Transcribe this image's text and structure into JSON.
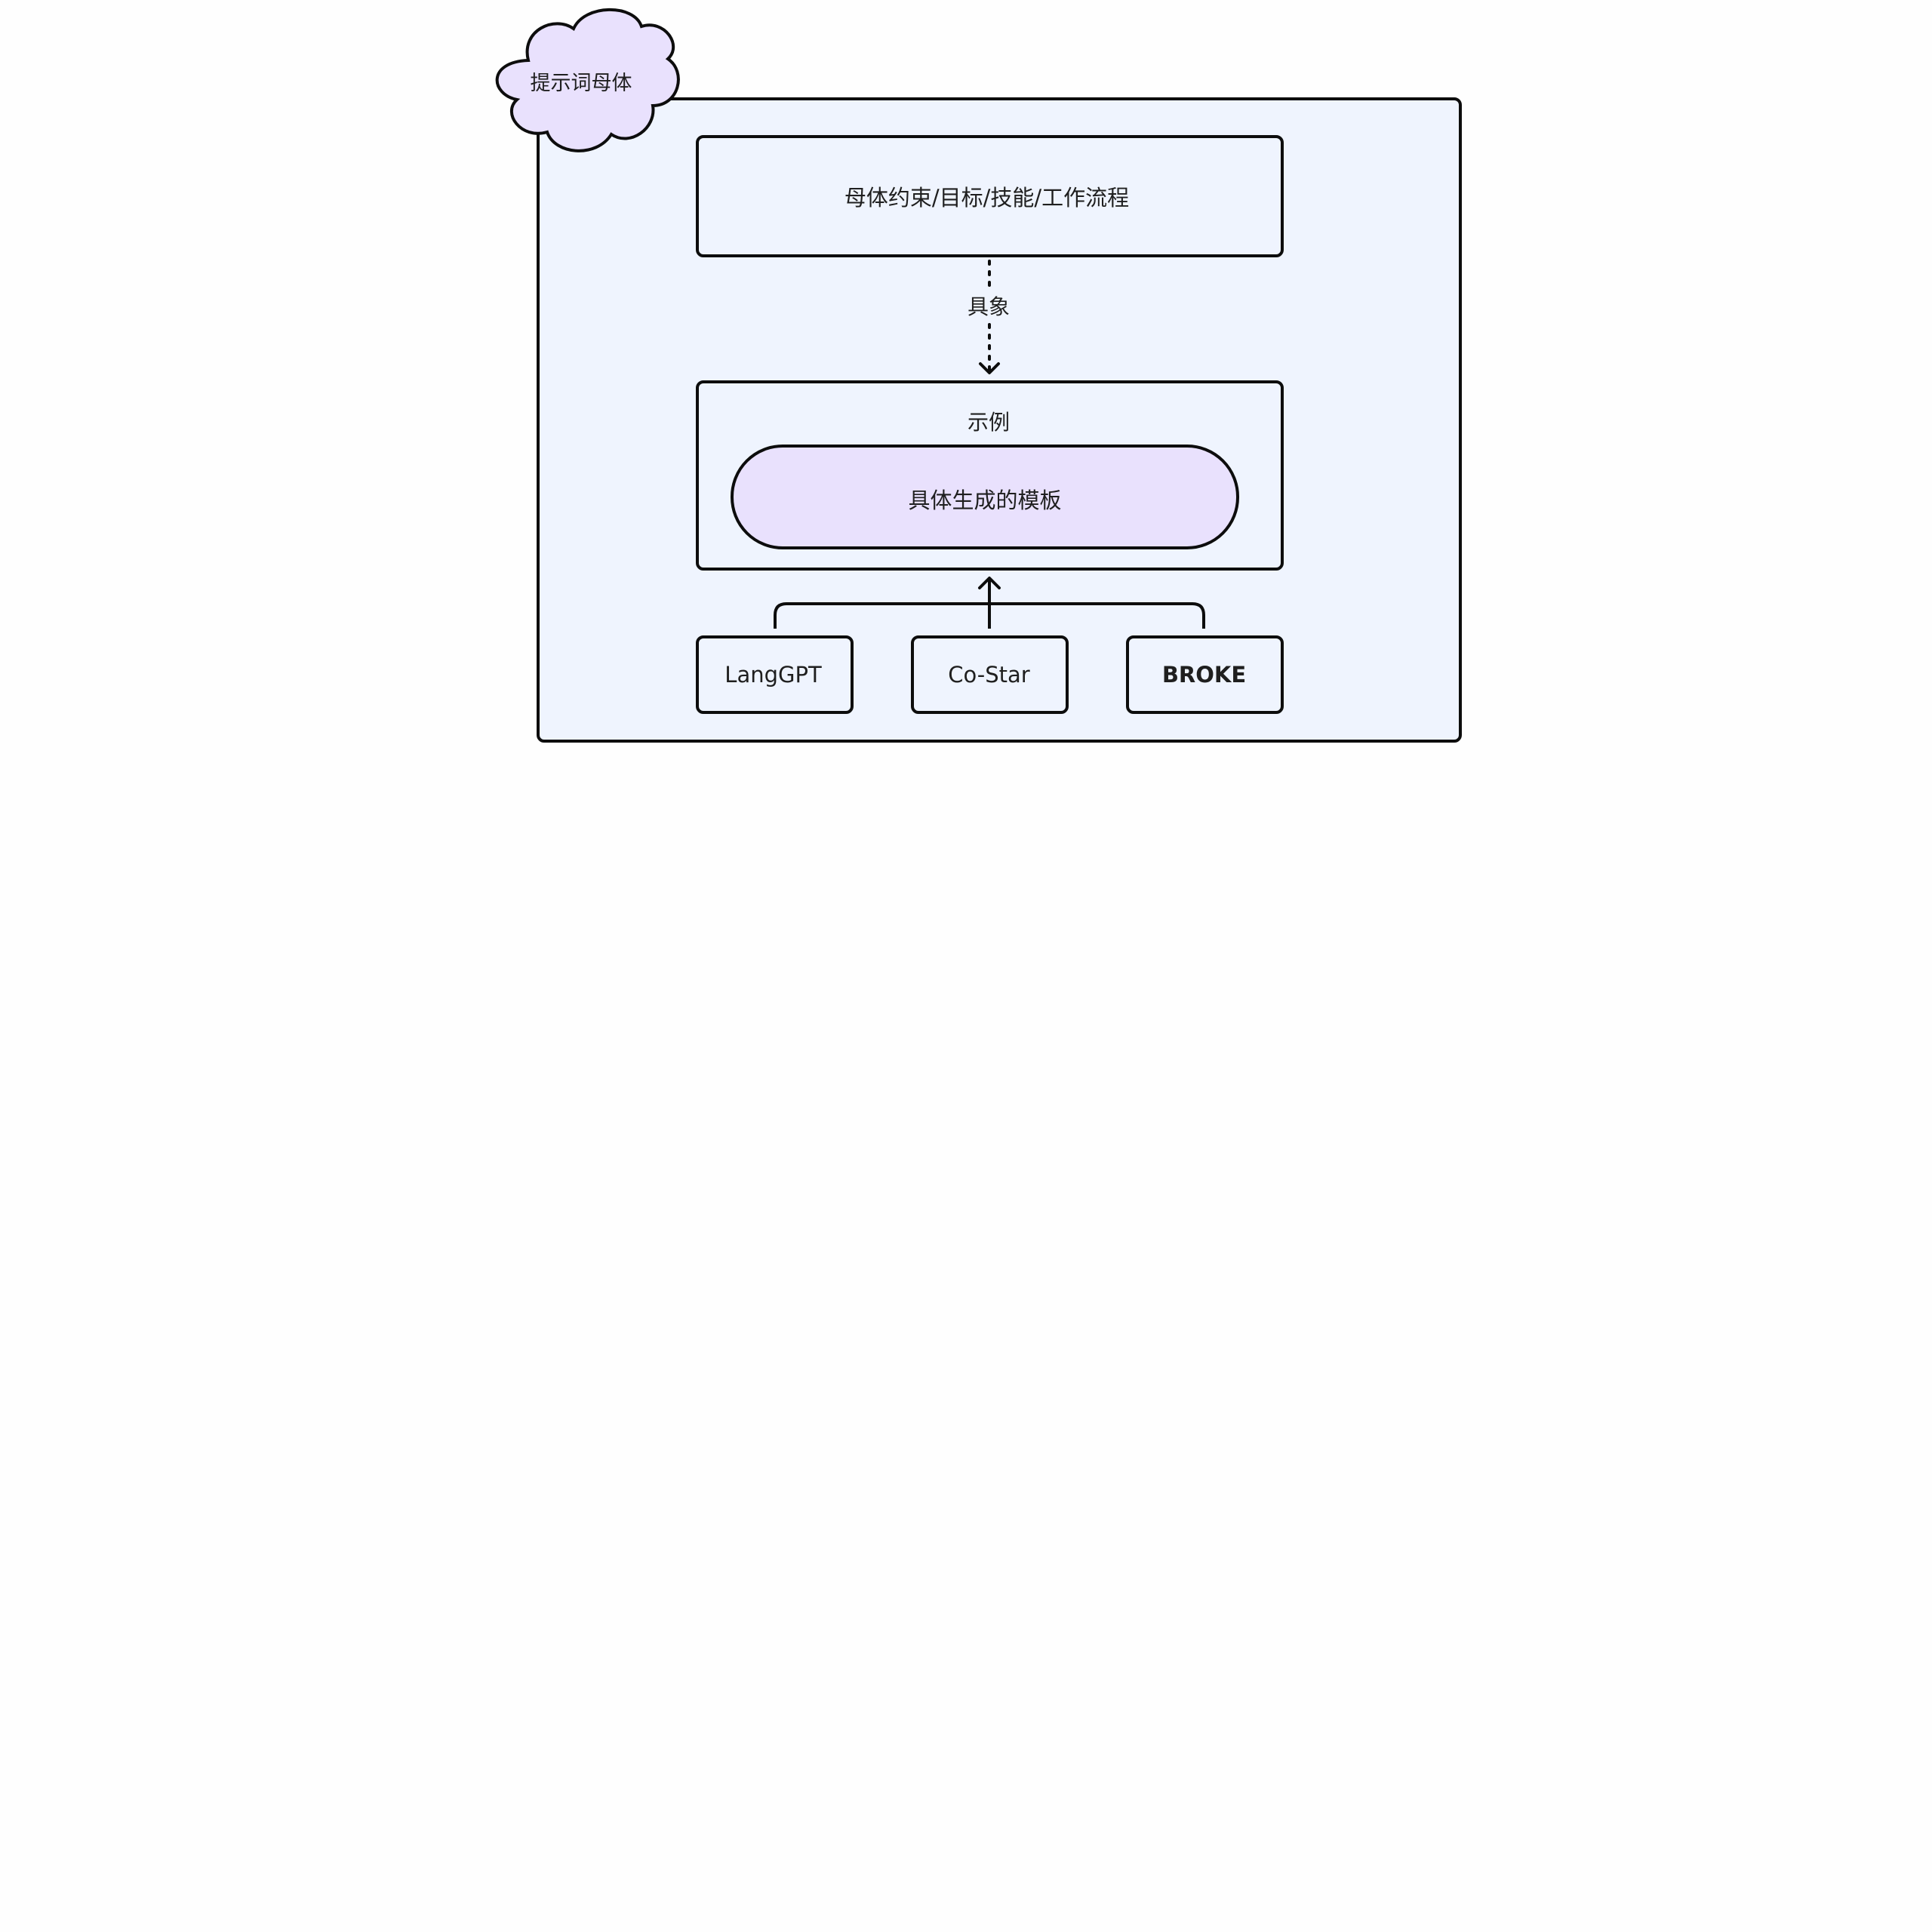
{
  "diagram": {
    "cloud_label": "提示词母体",
    "top_box_label": "母体约束/目标/技能/工作流程",
    "connector_label": "具象",
    "example_box_label": "示例",
    "pill_label": "具体生成的模板",
    "frameworks": [
      "LangGPT",
      "Co-Star",
      "BROKE"
    ]
  },
  "colors": {
    "outline": "#0d0d0d",
    "container_fill": "#eff4fe",
    "purple_fill": "#e9e1fd",
    "text": "#1f1f1f"
  }
}
